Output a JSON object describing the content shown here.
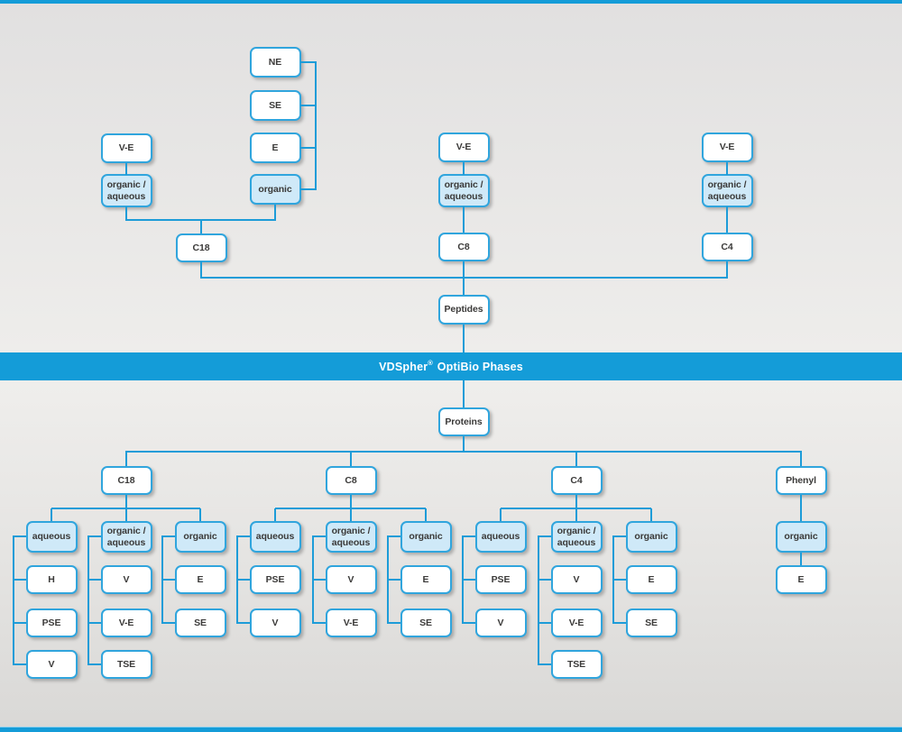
{
  "colors": {
    "accent_blue": "#149cd8",
    "line_blue": "#1d9cd8",
    "box_border_blue": "#30a5dd",
    "highlight_fill": "#cfe9f8",
    "text": "#3b3a39"
  },
  "banner": {
    "title_brand": "VDSpher",
    "title_registered": "®",
    "title_rest": "OptiBio Phases"
  },
  "peptides": {
    "root_label": "Peptides",
    "groups": [
      {
        "column_label": "C18",
        "branches": [
          {
            "phase_label": "organic / aqueous",
            "highlighted": true,
            "items": [
              "V-E"
            ]
          },
          {
            "phase_label": "organic",
            "highlighted": true,
            "items": [
              "NE",
              "SE",
              "E"
            ]
          }
        ]
      },
      {
        "column_label": "C8",
        "branches": [
          {
            "phase_label": "organic / aqueous",
            "highlighted": true,
            "items": [
              "V-E"
            ]
          }
        ]
      },
      {
        "column_label": "C4",
        "branches": [
          {
            "phase_label": "organic / aqueous",
            "highlighted": true,
            "items": [
              "V-E"
            ]
          }
        ]
      }
    ]
  },
  "proteins": {
    "root_label": "Proteins",
    "groups": [
      {
        "column_label": "C18",
        "branches": [
          {
            "phase_label": "aqueous",
            "highlighted": true,
            "items": [
              "H",
              "PSE",
              "V"
            ]
          },
          {
            "phase_label": "organic / aqueous",
            "highlighted": true,
            "items": [
              "V",
              "V-E",
              "TSE"
            ]
          },
          {
            "phase_label": "organic",
            "highlighted": true,
            "items": [
              "E",
              "SE"
            ]
          }
        ]
      },
      {
        "column_label": "C8",
        "branches": [
          {
            "phase_label": "aqueous",
            "highlighted": true,
            "items": [
              "PSE",
              "V"
            ]
          },
          {
            "phase_label": "organic / aqueous",
            "highlighted": true,
            "items": [
              "V",
              "V-E"
            ]
          },
          {
            "phase_label": "organic",
            "highlighted": true,
            "items": [
              "E",
              "SE"
            ]
          }
        ]
      },
      {
        "column_label": "C4",
        "branches": [
          {
            "phase_label": "aqueous",
            "highlighted": true,
            "items": [
              "PSE",
              "V"
            ]
          },
          {
            "phase_label": "organic / aqueous",
            "highlighted": true,
            "items": [
              "V",
              "V-E",
              "TSE"
            ]
          },
          {
            "phase_label": "organic",
            "highlighted": true,
            "items": [
              "E",
              "SE"
            ]
          }
        ]
      },
      {
        "column_label": "Phenyl",
        "branches": [
          {
            "phase_label": "organic",
            "highlighted": true,
            "items": [
              "E"
            ]
          }
        ]
      }
    ]
  }
}
